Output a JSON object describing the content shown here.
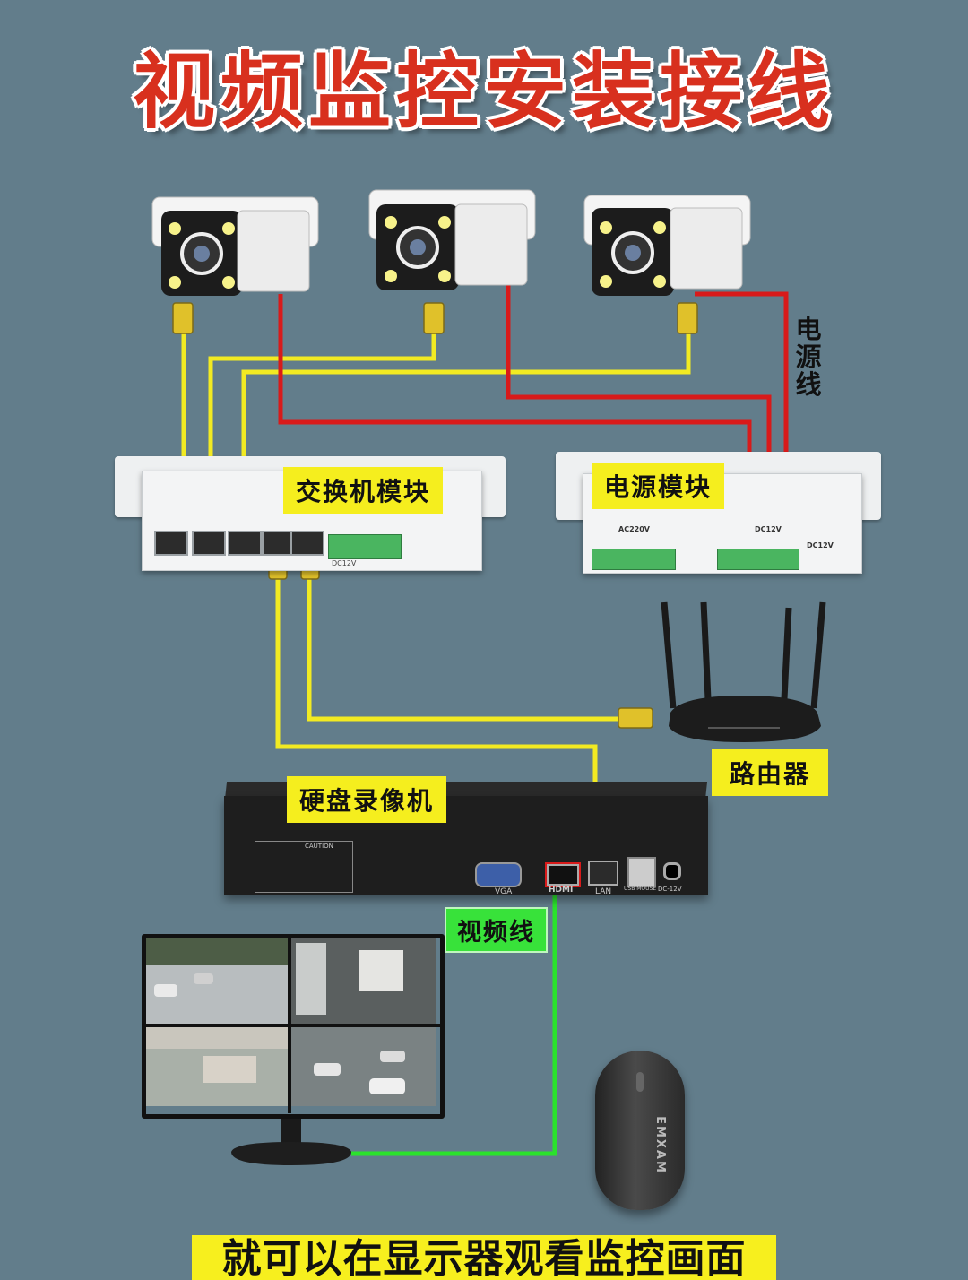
{
  "title": "视频监控安装接线",
  "labels": {
    "switch_module": "交换机模块",
    "power_module": "电源模块",
    "power_line": "电源线",
    "router": "路由器",
    "nvr": "硬盘录像机",
    "video_line": "视频线"
  },
  "caption": "就可以在显示器观看监控画面",
  "nvr_ports": {
    "vga": "VGA",
    "hdmi": "HDMI",
    "lan": "LAN",
    "usb": "USB MOUSE",
    "dc": "DC-12V"
  },
  "power_module_text": {
    "ac": "AC220V",
    "dc": "DC12V",
    "dc2": "DC12V"
  },
  "switch_text": {
    "dc": "DC12V"
  },
  "nvr_warning": "CAUTION",
  "mouse_brand": "EMXAM",
  "colors": {
    "background": "#627d8b",
    "title": "#d8301e",
    "network_cable": "#f2ea22",
    "power_cable": "#d81a1a",
    "video_cable": "#2be22c",
    "label_yellow": "#f5ee1e",
    "label_green": "#38e23a"
  },
  "icons": [
    "camera-icon",
    "switch-device",
    "power-supply-device",
    "router-device",
    "nvr-device",
    "monitor-device",
    "mouse-device",
    "rj45-connector-icon"
  ]
}
